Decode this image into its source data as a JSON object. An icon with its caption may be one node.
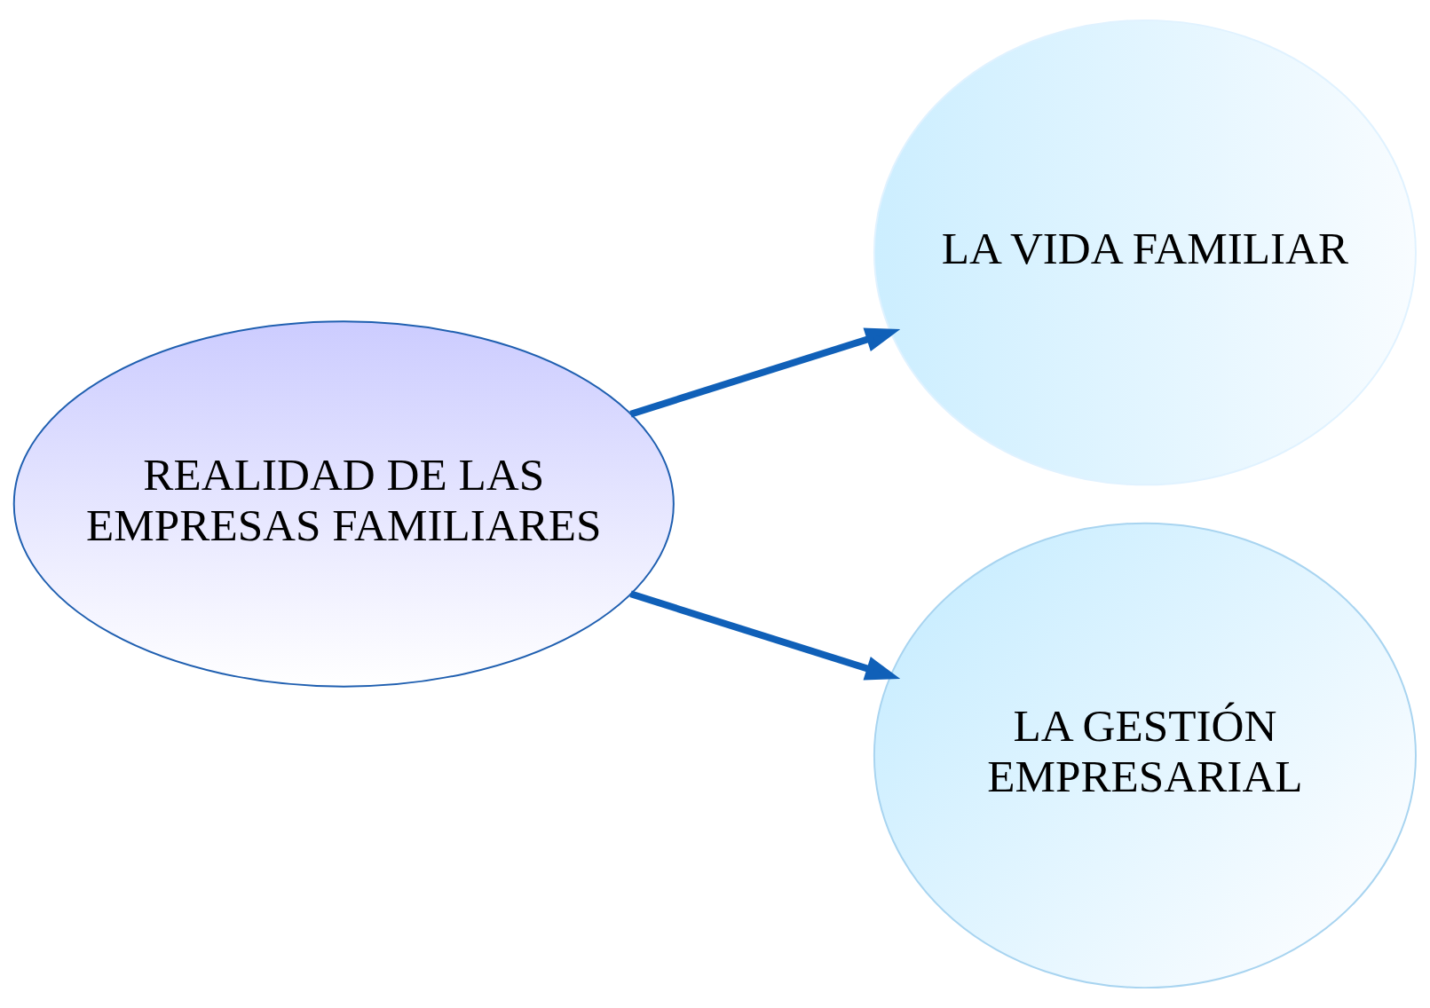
{
  "diagram": {
    "nodes": [
      {
        "text": [
          "REALIDAD DE LAS EMPRESAS FAMILIARES"
        ]
      },
      {
        "text": [
          "LA VIDA FAMILIAR"
        ]
      },
      {
        "text": [
          "LA GESTIÓN EMPRESARIAL"
        ]
      }
    ],
    "edges": [
      {
        "from": 0,
        "to": 1,
        "arrow": "to"
      },
      {
        "from": 0,
        "to": 2,
        "arrow": "to"
      }
    ]
  }
}
